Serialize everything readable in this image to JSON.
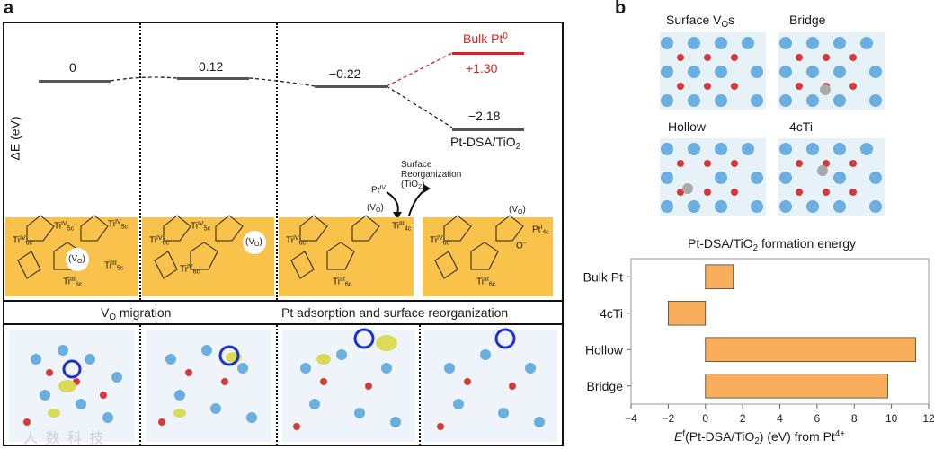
{
  "panel_a": {
    "letter": "a",
    "y_axis_label": "ΔE (eV)",
    "energy_levels": {
      "level1": "0",
      "level2": "0.12",
      "level3": "−0.22",
      "bulk_label_pre": "Bulk Pt",
      "bulk_label_sup": "0",
      "bulk_value": "+1.30",
      "dsa_value": "−2.18",
      "dsa_label_pre": "Pt-DSA/TiO",
      "dsa_label_sub": "2"
    },
    "annotations": {
      "surface_reorg_line1": "Surface",
      "surface_reorg_line2": "Reorganization",
      "surface_reorg_line3": "(TiO",
      "surface_reorg_sub": "2",
      "surface_reorg_close": ")",
      "pt_iv_pre": "Pt",
      "pt_iv_sup": "IV"
    },
    "sections": {
      "left": "V",
      "left_sub": "O",
      "left_post": " migration",
      "right": "Pt adsorption and surface reorganization"
    },
    "vacancy": "(V",
    "vacancy_sub": "O",
    "vacancy_close": ")",
    "ti_labels": {
      "ti": "Ti",
      "sup_iv": "IV",
      "sup_iii": "III",
      "sub_5c": "5c",
      "sub_6c": "6c",
      "sub_4c": "4c",
      "o": "O",
      "o_minus": "O",
      "minus": "−",
      "pt_i": "Pt",
      "sup_i": "I"
    },
    "watermark": "人 数 科 技"
  },
  "panel_b": {
    "letter": "b",
    "structures": {
      "surface_pre": "Surface V",
      "surface_sub": "O",
      "surface_post": "s",
      "bridge": "Bridge",
      "hollow": "Hollow",
      "fourcti": "4cTi"
    },
    "colors": {
      "bar_fill": "#f9ae5c",
      "level_red": "#e02020",
      "level_gray": "#555555",
      "yellow_bg": "#f9c24a",
      "ti_blue": "#6aafe0",
      "o_red": "#d43a3a"
    }
  },
  "chart_data": {
    "type": "bar",
    "orientation": "horizontal",
    "title_pre": "Pt-DSA/TiO",
    "title_sub": "2",
    "title_post": " formation energy",
    "categories": [
      "Bulk Pt",
      "4cTi",
      "Hollow",
      "Bridge"
    ],
    "values": [
      1.5,
      -2.0,
      11.3,
      9.8
    ],
    "xlim": [
      -4,
      12
    ],
    "xticks": [
      "−4",
      "−2",
      "0",
      "2",
      "4",
      "6",
      "8",
      "10",
      "12"
    ],
    "xtick_values": [
      -4,
      -2,
      0,
      2,
      4,
      6,
      8,
      10,
      12
    ],
    "xlabel_pre": "E",
    "xlabel_sup": "f",
    "xlabel_mid": "(Pt-DSA/TiO",
    "xlabel_sub": "2",
    "xlabel_post": ") (eV) from Pt",
    "xlabel_sup2": "4+",
    "grid": false
  }
}
